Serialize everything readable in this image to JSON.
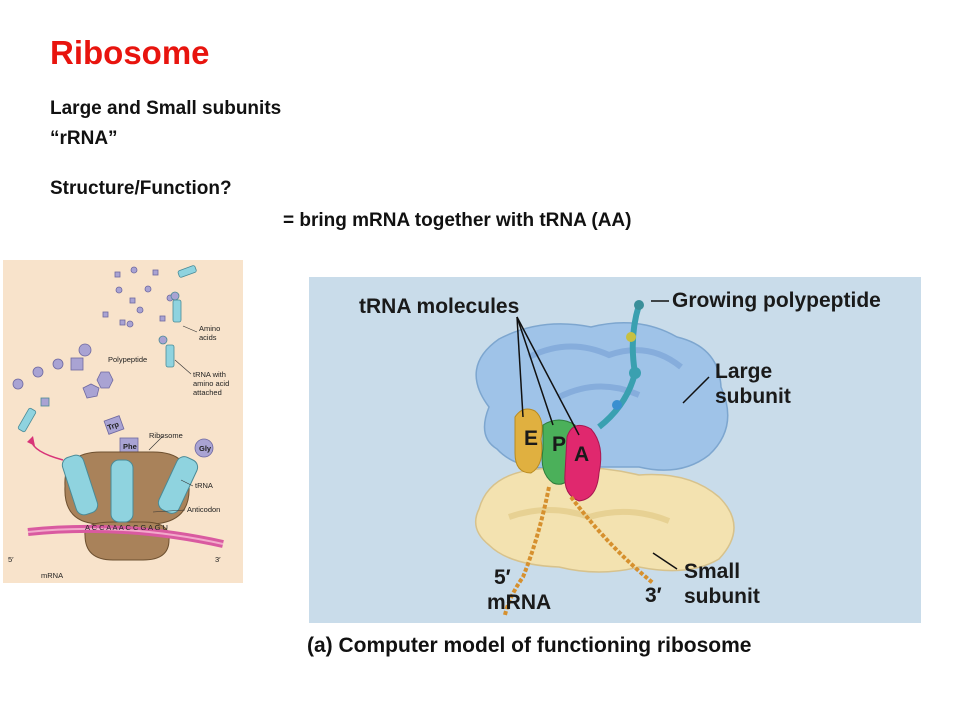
{
  "slide": {
    "title": "Ribosome",
    "lines": [
      "Large and Small subunits",
      "“rRNA”",
      "Structure/Function?",
      "= bring mRNA together with tRNA (AA)"
    ]
  },
  "left_diagram": {
    "labels": {
      "amino_acids": [
        "Amino",
        "acids"
      ],
      "polypeptide": "Polypeptide",
      "trna_attached": [
        "tRNA with",
        "amino acid",
        "attached"
      ],
      "ribosome": "Ribosome",
      "trna": "tRNA",
      "anticodon": "Anticodon",
      "five_prime": "5′",
      "three_prime": "3′",
      "mrna": "mRNA",
      "codons": "A C C A A A C C G A G U",
      "trp": "Trp",
      "phe": "Phe",
      "gly": "Gly"
    },
    "colors": {
      "background": "#f8e3cb",
      "ribosome": "#a9825a",
      "trna": "#8fd3df",
      "amino": "#a9a3d3",
      "mrna": "#d95aa0"
    }
  },
  "right_diagram": {
    "labels": {
      "trna_molecules": "tRNA molecules",
      "growing_polypeptide": "Growing polypeptide",
      "large_subunit": [
        "Large",
        "subunit"
      ],
      "small_subunit": [
        "Small",
        "subunit"
      ],
      "five_prime_mrna": [
        "5′",
        "mRNA"
      ],
      "three_prime": "3′",
      "site_e": "E",
      "site_p": "P",
      "site_a": "A"
    },
    "caption": "(a) Computer model of functioning ribosome",
    "colors": {
      "background": "#c9dcea",
      "large_subunit": "#9fc3e8",
      "small_subunit": "#f3e2b0",
      "e_site": "#e0b040",
      "p_site": "#4bb05a",
      "a_site": "#e0286e",
      "mrna": "#d6902e"
    }
  }
}
